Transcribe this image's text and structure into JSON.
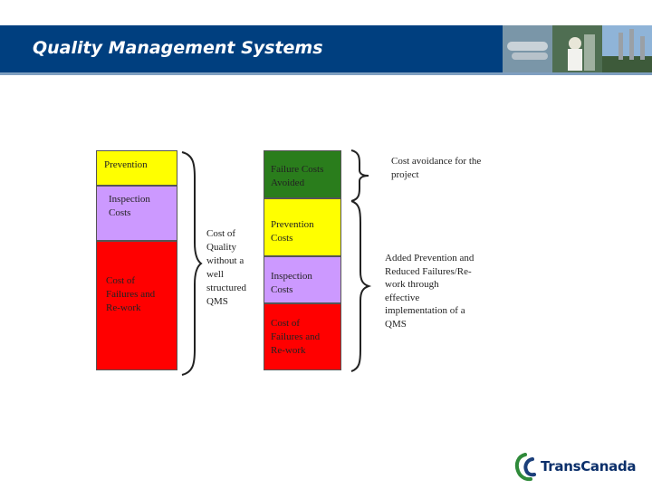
{
  "header": {
    "title": "Quality Management Systems",
    "bg_color": "#003f7f"
  },
  "left_stack": {
    "prevention": "Prevention",
    "inspection": "Inspection Costs",
    "failures": "Cost of Failures and Re-work"
  },
  "bracket_label": "Cost of Quality without a well structured QMS",
  "right_stack": {
    "avoided": "Failure Costs Avoided",
    "prevention": "Prevention Costs",
    "inspection": "Inspection Costs",
    "failures": "Cost of Failures and Re-work"
  },
  "notes": {
    "avoidance": "Cost avoidance for the project",
    "added": "Added Prevention and Reduced Failures/Re-work through effective implementation of a QMS"
  },
  "logo": {
    "text": "TransCanada"
  },
  "colors": {
    "yellow": "#ffff00",
    "lavender": "#cc99ff",
    "red": "#ff0000",
    "green": "#2a7d1c"
  }
}
